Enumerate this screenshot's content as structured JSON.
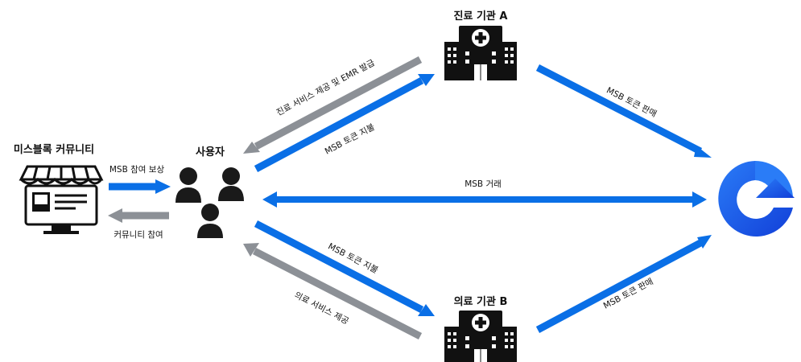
{
  "nodes": {
    "clinic_a": {
      "title": "진료 기관 A"
    },
    "clinic_b": {
      "title": "의료 기관 B"
    },
    "community": {
      "title": "미스블록 커뮤니티"
    },
    "users": {
      "title": "사용자"
    }
  },
  "edges": {
    "community_reward": "MSB 참여 보상",
    "community_participation": "커뮤니티 참여",
    "clinic_a_service": "진료 서비스 제공 및 EMR 발급",
    "clinic_a_payment": "MSB 토큰 지불",
    "clinic_a_sell": "MSB 토큰 판매",
    "trade": "MSB 거래",
    "clinic_b_payment": "MSB 토큰 지불",
    "clinic_b_service": "의료 서비스 제공",
    "clinic_b_sell": "MSB 토큰 판매"
  },
  "colors": {
    "blue": "#0a6fe6",
    "gray": "#8c9096",
    "dark": "#111111",
    "logo_blue": "#1f5cf2"
  },
  "icons": {
    "hospital": "hospital-icon",
    "store": "store-icon",
    "users": "users-icon",
    "logo": "exchange-logo-icon"
  }
}
